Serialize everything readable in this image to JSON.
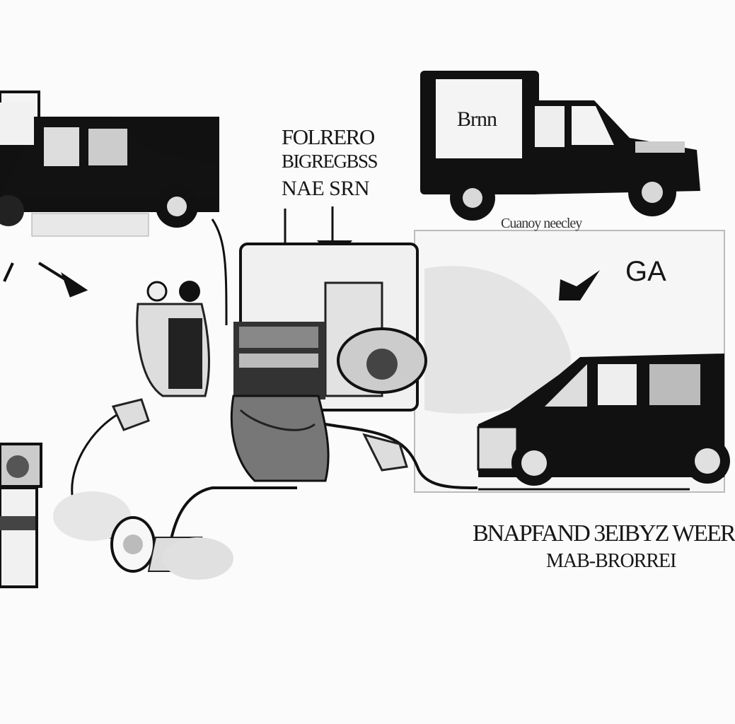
{
  "labels": {
    "center_line_1": "FOLRERO",
    "center_line_2": "BIGREGBSS",
    "center_line_3": "NAE SRN",
    "truck_panel": "Brnn",
    "truck_strip": "Cuanoy neecley",
    "right_panel": "GA",
    "bottom_line_1": "BNAPFAND 3EIBYZ WEER",
    "bottom_line_2": "MAB-BRORREI"
  },
  "colors": {
    "ink": "#151515",
    "paper": "#fbfbfb",
    "shade": "#e6e6e6"
  },
  "icons": [
    "arrow-icon",
    "wheel-icon",
    "engine-icon"
  ]
}
